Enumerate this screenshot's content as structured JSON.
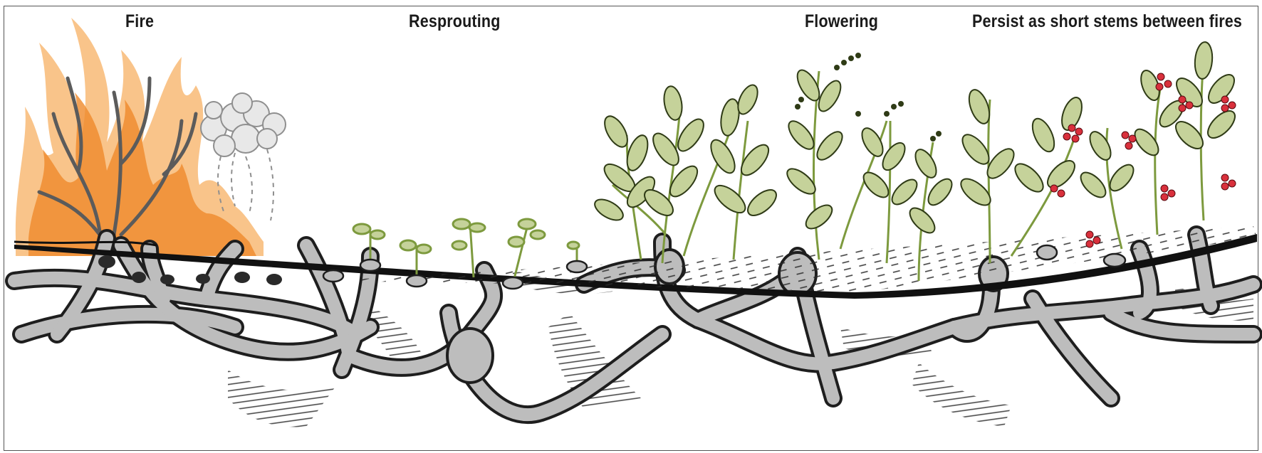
{
  "stages": [
    {
      "label": "Fire"
    },
    {
      "label": "Resprouting"
    },
    {
      "label": "Flowering"
    },
    {
      "label": "Persist as short stems between fires"
    }
  ],
  "colors": {
    "flame_outer": "#f9c48a",
    "flame_inner": "#ef8a2a",
    "root_fill": "#bdbdbd",
    "root_stroke": "#1e1e1e",
    "leaf_fill": "#c5d29a",
    "leaf_vein": "#5f7033",
    "stem": "#7d9a3e",
    "smoke": "#8f8f8f",
    "berry": "#d9303c",
    "ground": "#111111"
  },
  "icons": [
    "fire-icon",
    "smoke-icon",
    "charred-stump-icon",
    "seedling-icon",
    "leafy-plant-icon",
    "flowering-plant-icon",
    "berry-plant-icon"
  ]
}
